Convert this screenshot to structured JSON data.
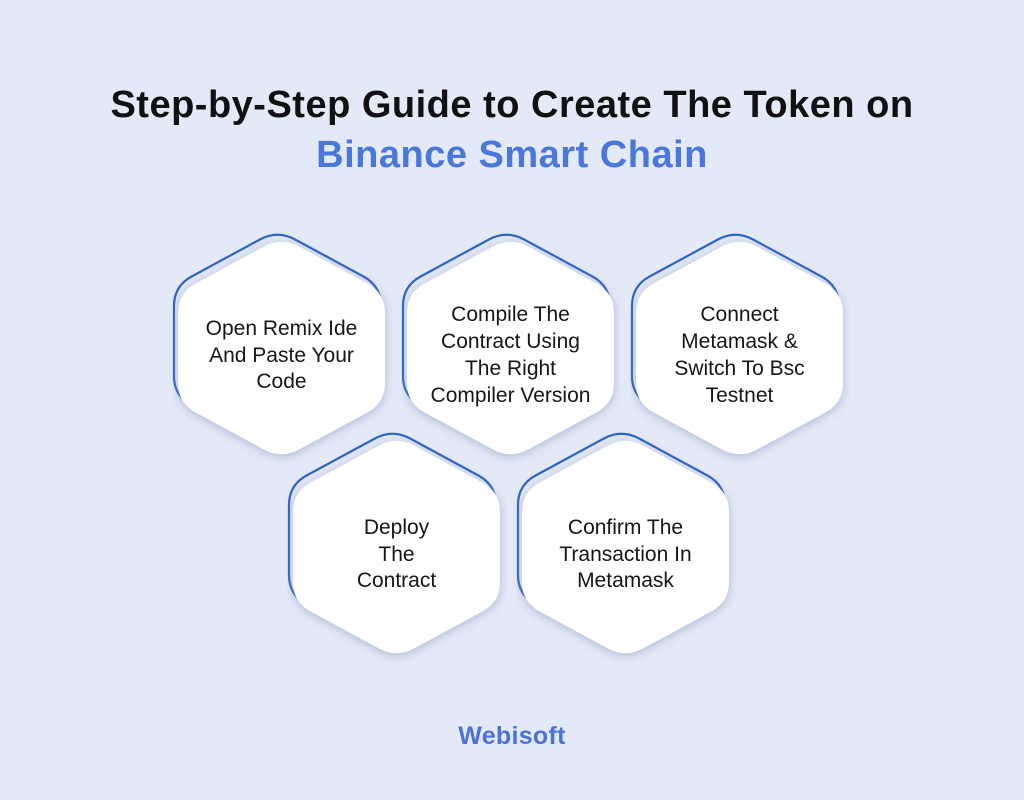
{
  "colors": {
    "background": "#E4E9F7",
    "title": "#111111",
    "accent": "#4A77DC",
    "step_text": "#15161A",
    "hex_stroke": "#2E63C8",
    "hex_fill": "#FFFFFF",
    "brand": "#4A72D9"
  },
  "header": {
    "title_line1": "Step-by-Step Guide to Create The Token on",
    "title_line2": "Binance Smart Chain"
  },
  "steps": [
    {
      "label": "Open Remix Ide\nAnd Paste Your\nCode"
    },
    {
      "label": "Compile The\nContract Using\nThe Right\nCompiler Version"
    },
    {
      "label": "Connect\nMetamask &\nSwitch To Bsc\nTestnet"
    },
    {
      "label": "Deploy\nThe\nContract"
    },
    {
      "label": "Confirm The\nTransaction In\nMetamask"
    }
  ],
  "footer": {
    "brand": "Webisoft"
  },
  "icons": {
    "hexagon": "hexagon-shape"
  }
}
